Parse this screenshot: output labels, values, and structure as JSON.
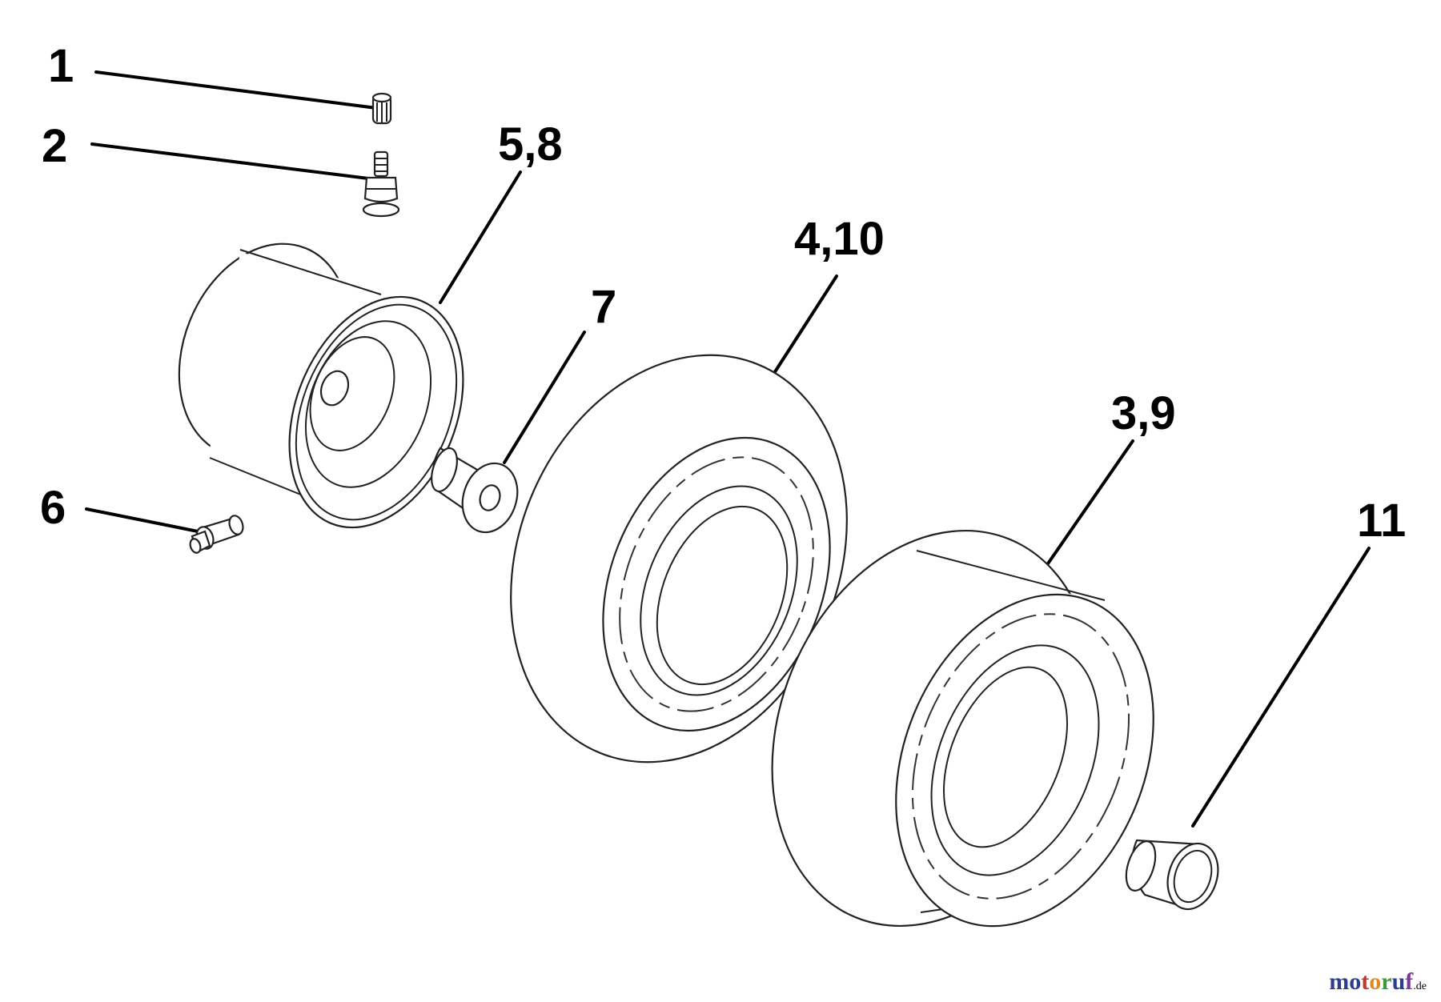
{
  "callouts": {
    "c1": "1",
    "c2": "2",
    "c58": "5,8",
    "c410": "4,10",
    "c7": "7",
    "c39": "3,9",
    "c6": "6",
    "c11": "11"
  },
  "watermark": {
    "text": "motoruf",
    "tld": ".de",
    "letter_colors": [
      "#2e3b8f",
      "#2e3b8f",
      "#c0392b",
      "#e08a1e",
      "#3a9a3a",
      "#2e3b8f",
      "#7a3b9a"
    ]
  },
  "colors": {
    "line": "#000000",
    "background": "#ffffff"
  }
}
